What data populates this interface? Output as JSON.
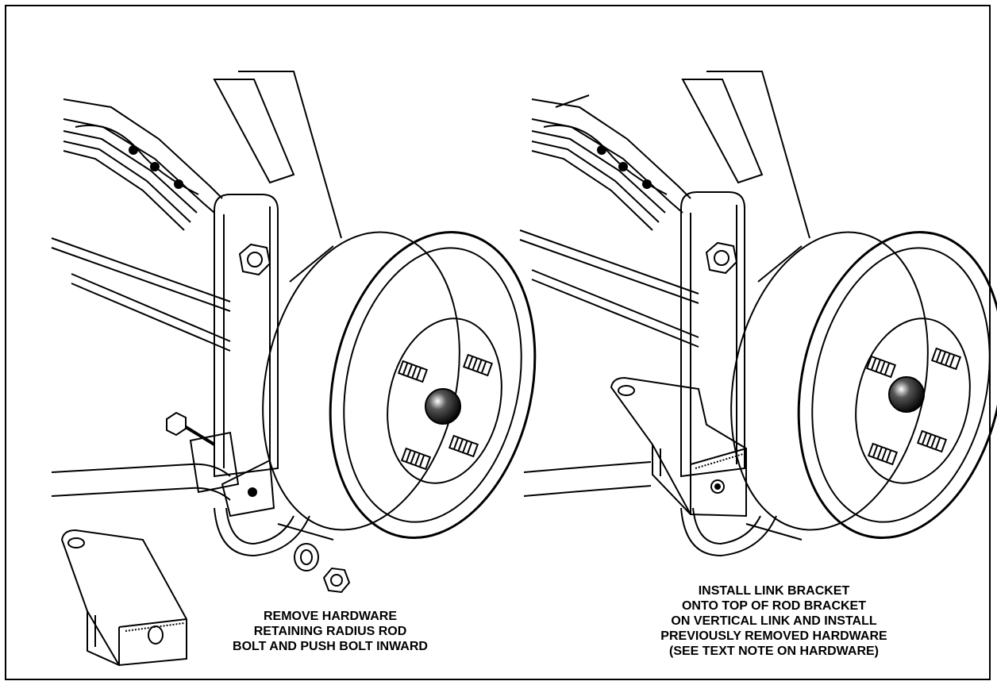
{
  "panels": {
    "left": {
      "caption_lines": [
        "REMOVE HARDWARE",
        "RETAINING RADIUS ROD",
        "BOLT AND PUSH BOLT  INWARD"
      ]
    },
    "right": {
      "caption_lines": [
        "INSTALL LINK BRACKET",
        "ONTO TOP OF ROD BRACKET",
        "ON VERTICAL LINK AND INSTALL",
        "PREVIOUSLY REMOVED HARDWARE",
        "(SEE TEXT NOTE ON HARDWARE)"
      ]
    }
  },
  "colors": {
    "line": "#000000",
    "background": "#ffffff"
  }
}
